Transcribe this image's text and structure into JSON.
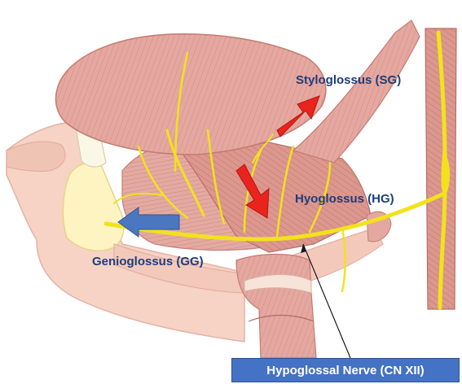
{
  "labels": {
    "styloglossus": "Styloglossus (SG)",
    "hyoglossus": "Hyoglossus (HG)",
    "genioglossus": "Genioglossus (GG)",
    "hypoglossal_nerve": "Hypoglossal Nerve (CN XII)"
  },
  "colors": {
    "muscle": "#e2a39c",
    "muscle_dark": "#c87870",
    "skin": "#f6d3c4",
    "nerve": "#f2e21c",
    "bone": "#fdf4c2",
    "force_arrow": "#e8241d",
    "genio_arrow": "#4a78c0",
    "label_text": "#1f3d7a",
    "label_box": "#4472c4"
  }
}
